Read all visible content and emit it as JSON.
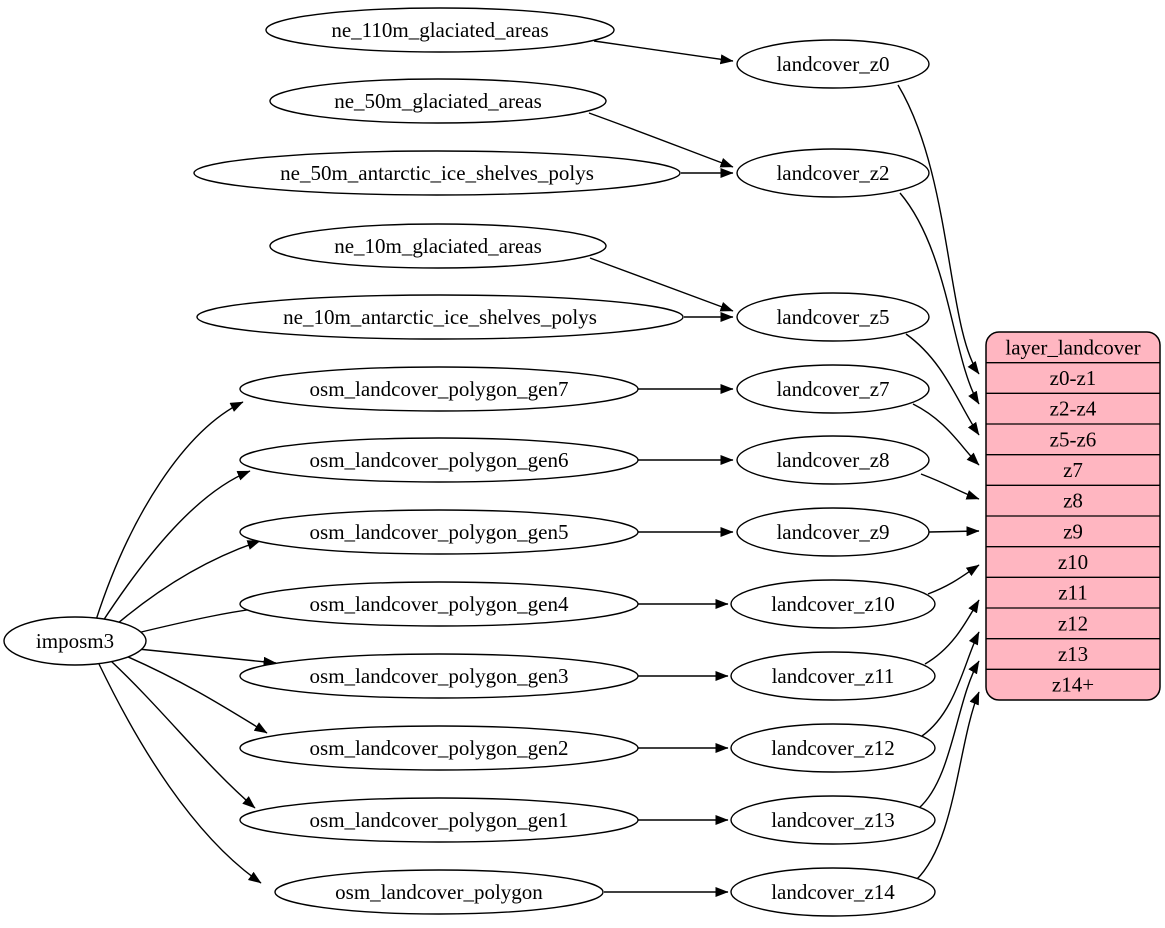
{
  "diagram": {
    "type": "graphviz-flow-diagram",
    "colors": {
      "background": "#ffffff",
      "node_fill": "#ffffff",
      "stroke": "#000000",
      "record_fill": "#ffb6c1",
      "text": "#000000"
    }
  },
  "nodes": {
    "imposm3": {
      "label": "imposm3"
    },
    "ne_110m_glaciated_areas": {
      "label": "ne_110m_glaciated_areas"
    },
    "ne_50m_glaciated_areas": {
      "label": "ne_50m_glaciated_areas"
    },
    "ne_50m_antarctic_ice_shelves_polys": {
      "label": "ne_50m_antarctic_ice_shelves_polys"
    },
    "ne_10m_glaciated_areas": {
      "label": "ne_10m_glaciated_areas"
    },
    "ne_10m_antarctic_ice_shelves_polys": {
      "label": "ne_10m_antarctic_ice_shelves_polys"
    },
    "osm_landcover_polygon_gen7": {
      "label": "osm_landcover_polygon_gen7"
    },
    "osm_landcover_polygon_gen6": {
      "label": "osm_landcover_polygon_gen6"
    },
    "osm_landcover_polygon_gen5": {
      "label": "osm_landcover_polygon_gen5"
    },
    "osm_landcover_polygon_gen4": {
      "label": "osm_landcover_polygon_gen4"
    },
    "osm_landcover_polygon_gen3": {
      "label": "osm_landcover_polygon_gen3"
    },
    "osm_landcover_polygon_gen2": {
      "label": "osm_landcover_polygon_gen2"
    },
    "osm_landcover_polygon_gen1": {
      "label": "osm_landcover_polygon_gen1"
    },
    "osm_landcover_polygon": {
      "label": "osm_landcover_polygon"
    },
    "landcover_z0": {
      "label": "landcover_z0"
    },
    "landcover_z2": {
      "label": "landcover_z2"
    },
    "landcover_z5": {
      "label": "landcover_z5"
    },
    "landcover_z7": {
      "label": "landcover_z7"
    },
    "landcover_z8": {
      "label": "landcover_z8"
    },
    "landcover_z9": {
      "label": "landcover_z9"
    },
    "landcover_z10": {
      "label": "landcover_z10"
    },
    "landcover_z11": {
      "label": "landcover_z11"
    },
    "landcover_z12": {
      "label": "landcover_z12"
    },
    "landcover_z13": {
      "label": "landcover_z13"
    },
    "landcover_z14": {
      "label": "landcover_z14"
    }
  },
  "record": {
    "title": "layer_landcover",
    "rows": {
      "0": "z0-z1",
      "1": "z2-z4",
      "2": "z5-z6",
      "3": "z7",
      "4": "z8",
      "5": "z9",
      "6": "z10",
      "7": "z11",
      "8": "z12",
      "9": "z13",
      "10": "z14+"
    }
  },
  "edges": [
    {
      "from": "ne_110m_glaciated_areas",
      "to": "landcover_z0"
    },
    {
      "from": "ne_50m_glaciated_areas",
      "to": "landcover_z2"
    },
    {
      "from": "ne_50m_antarctic_ice_shelves_polys",
      "to": "landcover_z2"
    },
    {
      "from": "ne_10m_glaciated_areas",
      "to": "landcover_z5"
    },
    {
      "from": "ne_10m_antarctic_ice_shelves_polys",
      "to": "landcover_z5"
    },
    {
      "from": "imposm3",
      "to": "osm_landcover_polygon_gen7"
    },
    {
      "from": "imposm3",
      "to": "osm_landcover_polygon_gen6"
    },
    {
      "from": "imposm3",
      "to": "osm_landcover_polygon_gen5"
    },
    {
      "from": "imposm3",
      "to": "osm_landcover_polygon_gen4"
    },
    {
      "from": "imposm3",
      "to": "osm_landcover_polygon_gen3"
    },
    {
      "from": "imposm3",
      "to": "osm_landcover_polygon_gen2"
    },
    {
      "from": "imposm3",
      "to": "osm_landcover_polygon_gen1"
    },
    {
      "from": "imposm3",
      "to": "osm_landcover_polygon"
    },
    {
      "from": "osm_landcover_polygon_gen7",
      "to": "landcover_z7"
    },
    {
      "from": "osm_landcover_polygon_gen6",
      "to": "landcover_z8"
    },
    {
      "from": "osm_landcover_polygon_gen5",
      "to": "landcover_z9"
    },
    {
      "from": "osm_landcover_polygon_gen4",
      "to": "landcover_z10"
    },
    {
      "from": "osm_landcover_polygon_gen3",
      "to": "landcover_z11"
    },
    {
      "from": "osm_landcover_polygon_gen2",
      "to": "landcover_z12"
    },
    {
      "from": "osm_landcover_polygon_gen1",
      "to": "landcover_z13"
    },
    {
      "from": "osm_landcover_polygon",
      "to": "landcover_z14"
    },
    {
      "from": "landcover_z0",
      "to": "layer_landcover:z0-z1"
    },
    {
      "from": "landcover_z2",
      "to": "layer_landcover:z2-z4"
    },
    {
      "from": "landcover_z5",
      "to": "layer_landcover:z5-z6"
    },
    {
      "from": "landcover_z7",
      "to": "layer_landcover:z7"
    },
    {
      "from": "landcover_z8",
      "to": "layer_landcover:z8"
    },
    {
      "from": "landcover_z9",
      "to": "layer_landcover:z9"
    },
    {
      "from": "landcover_z10",
      "to": "layer_landcover:z10"
    },
    {
      "from": "landcover_z11",
      "to": "layer_landcover:z11"
    },
    {
      "from": "landcover_z12",
      "to": "layer_landcover:z12"
    },
    {
      "from": "landcover_z13",
      "to": "layer_landcover:z13"
    },
    {
      "from": "landcover_z14",
      "to": "layer_landcover:z14+"
    }
  ]
}
